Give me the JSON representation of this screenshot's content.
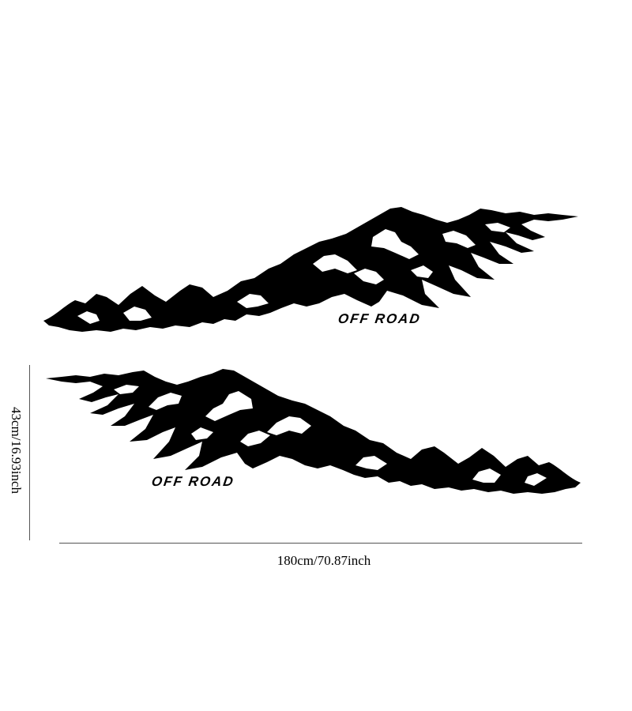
{
  "decals": {
    "top": {
      "text": "OFF ROAD",
      "icon": "mountain-range-icon"
    },
    "bottom": {
      "text": "OFF ROAD",
      "icon": "mountain-range-icon"
    }
  },
  "dimensions": {
    "width": "180cm/70.87inch",
    "height": "43cm/16.93inch"
  },
  "colors": {
    "decal": "#000000",
    "background": "#ffffff"
  }
}
